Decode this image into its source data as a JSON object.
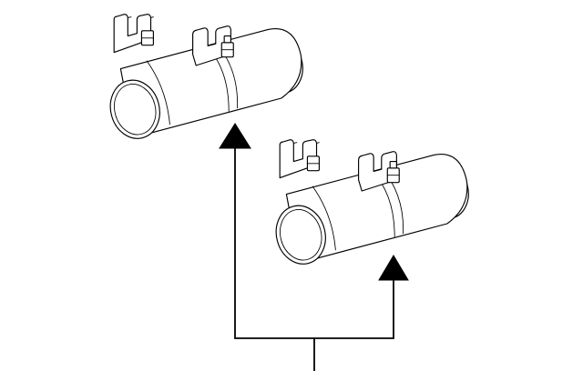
{
  "diagram": {
    "parts": [
      {
        "id": "clamp-upper",
        "icon": "exhaust-clamp-icon"
      },
      {
        "id": "clamp-lower",
        "icon": "exhaust-clamp-icon"
      }
    ],
    "callouts": [
      {
        "icon": "arrow-up-icon",
        "points_to": "clamp-upper"
      },
      {
        "icon": "arrow-up-icon",
        "points_to": "clamp-lower"
      }
    ],
    "colors": {
      "line": "#000000",
      "background": "#ffffff"
    }
  }
}
